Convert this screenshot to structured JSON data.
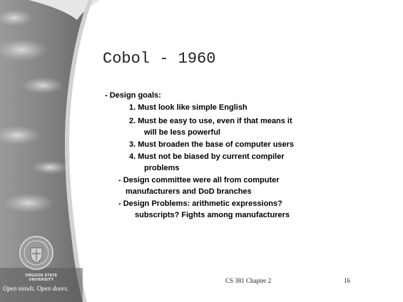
{
  "slide": {
    "title": "Cobol - 1960",
    "lines": [
      "- Design goals:",
      "1. Must look like simple English",
      "2. Must be easy to use, even if that means it",
      "will be less powerful",
      "3. Must broaden the base of computer users",
      "4. Must not be biased by current compiler",
      "problems",
      "- Design committee were all from computer",
      "manufacturers and DoD branches",
      "- Design Problems: arithmetic expressions?",
      "subscripts?  Fights among manufacturers"
    ],
    "footer": "CS 381  Chapter 2",
    "page_number": "16"
  },
  "branding": {
    "university": [
      "OREGON STATE",
      "UNIVERSITY"
    ],
    "tagline": "Open minds. Open doors."
  },
  "colors": {
    "sidebar": "#8c8c8c",
    "curve_edge": "#d0d0d0",
    "text": "#000000"
  }
}
